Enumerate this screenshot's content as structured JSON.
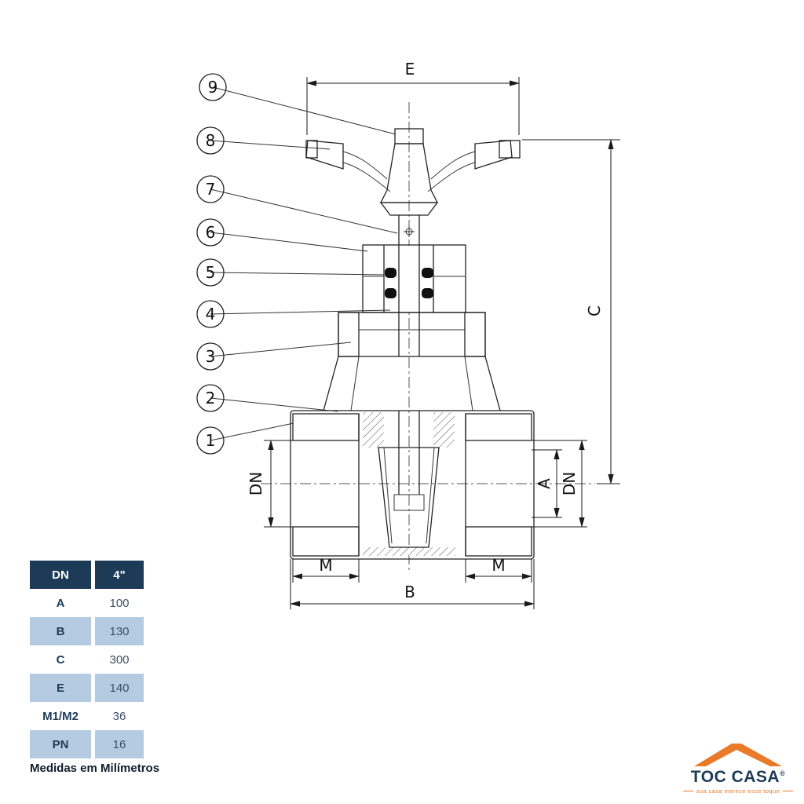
{
  "diagram": {
    "callouts": [
      {
        "n": "9"
      },
      {
        "n": "8"
      },
      {
        "n": "7"
      },
      {
        "n": "6"
      },
      {
        "n": "5"
      },
      {
        "n": "4"
      },
      {
        "n": "3"
      },
      {
        "n": "2"
      },
      {
        "n": "1"
      }
    ],
    "dims": {
      "e": "E",
      "c": "C",
      "b": "B",
      "m_left": "M",
      "m_right": "M",
      "dn_left": "DN",
      "dn_right": "DN",
      "a": "A"
    }
  },
  "table": {
    "header": {
      "label": "DN",
      "value": "4\""
    },
    "rows": [
      {
        "label": "A",
        "value": "100"
      },
      {
        "label": "B",
        "value": "130"
      },
      {
        "label": "C",
        "value": "300"
      },
      {
        "label": "E",
        "value": "140"
      },
      {
        "label": "M1/M2",
        "value": "36"
      },
      {
        "label": "PN",
        "value": "16"
      }
    ],
    "footnote": "Medidas em Milímetros"
  },
  "logo": {
    "brand": "TOC CASA",
    "registered": "®",
    "tagline": "sua casa merece esse toque"
  },
  "colors": {
    "navy": "#1d3a57",
    "light_blue": "#b5cbe2",
    "orange": "#e87a29"
  }
}
